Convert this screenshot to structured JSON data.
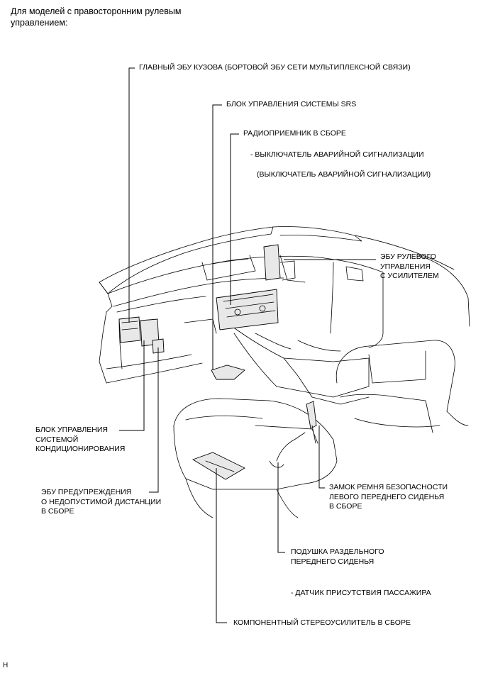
{
  "header": "Для моделей с правосторонним рулевым управлением:",
  "labels": {
    "main_body_ecu": "ГЛАВНЫЙ ЭБУ КУЗОВА (БОРТОВОЙ ЭБУ СЕТИ МУЛЬТИПЛЕКСНОЙ СВЯЗИ)",
    "srs_unit": "БЛОК УПРАВЛЕНИЯ СИСТЕМЫ SRS",
    "radio": "РАДИОПРИЕМНИК В СБОРЕ",
    "hazard_switch_1": "- ВЫКЛЮЧАТЕЛЬ АВАРИЙНОЙ СИГНАЛИЗАЦИИ",
    "hazard_switch_2": "(ВЫКЛЮЧАТЕЛЬ АВАРИЙНОЙ СИГНАЛИЗАЦИИ)",
    "eps_ecu_1": "ЭБУ РУЛЕВОГО",
    "eps_ecu_2": "УПРАВЛЕНИЯ",
    "eps_ecu_3": "С УСИЛИТЕЛЕМ",
    "ac_unit_1": "БЛОК УПРАВЛЕНИЯ",
    "ac_unit_2": "СИСТЕМОЙ",
    "ac_unit_3": "КОНДИЦИОНИРОВАНИЯ",
    "distance_ecu_1": "ЭБУ ПРЕДУПРЕЖДЕНИЯ",
    "distance_ecu_2": "О НЕДОПУСТИМОЙ ДИСТАНЦИИ",
    "distance_ecu_3": "В СБОРЕ",
    "buckle_1": "ЗАМОК РЕМНЯ БЕЗОПАСНОСТИ",
    "buckle_2": "ЛЕВОГО ПЕРЕДНЕГО СИДЕНЬЯ",
    "buckle_3": "В СБОРЕ",
    "seat_cushion_1": "ПОДУШКА РАЗДЕЛЬНОГО",
    "seat_cushion_2": "ПЕРЕДНЕГО СИДЕНЬЯ",
    "occupant_sensor": "- ДАТЧИК ПРИСУТСТВИЯ ПАССАЖИРА",
    "amplifier": "КОМПОНЕНТНЫЙ СТЕРЕОУСИЛИТЕЛЬ В СБОРЕ"
  },
  "corner_mark": "H"
}
